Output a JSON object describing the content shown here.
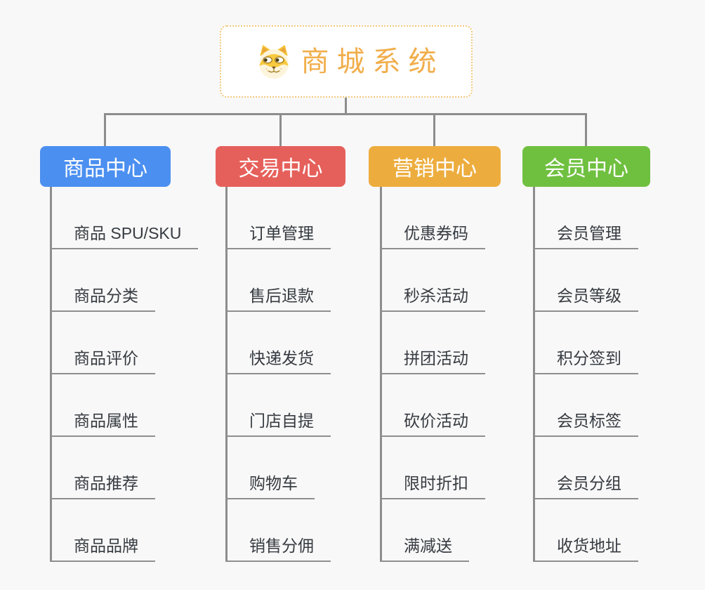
{
  "page": {
    "background_color": "#F8F8F8",
    "connector_color": "#8D8D8D",
    "underline_color": "#8F8F8F"
  },
  "root": {
    "title": "商城系统",
    "title_color": "#F1AE4B",
    "border_color": "#F5C87D",
    "icon": "doge-icon"
  },
  "branches": [
    {
      "label": "商品中心",
      "color": "#4B8FF0",
      "items": [
        "商品 SPU/SKU",
        "商品分类",
        "商品评价",
        "商品属性",
        "商品推荐",
        "商品品牌"
      ]
    },
    {
      "label": "交易中心",
      "color": "#E6605B",
      "items": [
        "订单管理",
        "售后退款",
        "快递发货",
        "门店自提",
        "购物车",
        "销售分佣"
      ]
    },
    {
      "label": "营销中心",
      "color": "#EDAD3E",
      "items": [
        "优惠券码",
        "秒杀活动",
        "拼团活动",
        "砍价活动",
        "限时折扣",
        "满减送"
      ]
    },
    {
      "label": "会员中心",
      "color": "#70C040",
      "items": [
        "会员管理",
        "会员等级",
        "积分签到",
        "会员标签",
        "会员分组",
        "收货地址"
      ]
    }
  ]
}
